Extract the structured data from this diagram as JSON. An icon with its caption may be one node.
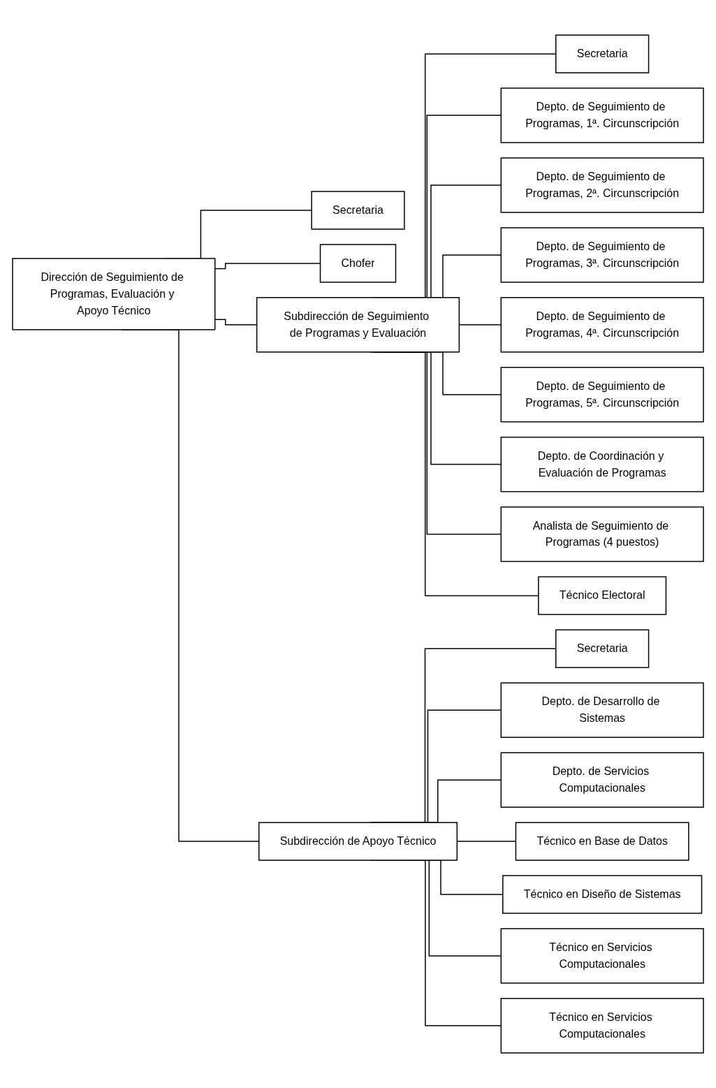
{
  "diagram": {
    "nodes": [
      {
        "text": [
          "Dirección de Seguimiento de Programas, Evaluación y Apoyo Técnico"
        ]
      },
      {
        "text": [
          "Secretaria"
        ]
      },
      {
        "text": [
          "Chofer"
        ]
      },
      {
        "text": [
          "Subdirección de Seguimiento de Programas y Evaluación"
        ]
      },
      {
        "text": [
          "Subdirección de Apoyo Técnico"
        ]
      },
      {
        "text": [
          "Secretaria"
        ]
      },
      {
        "text": [
          "Depto. de Seguimiento de Programas, 1ª. Circunscripción"
        ]
      },
      {
        "text": [
          "Depto. de Seguimiento de Programas, 2ª. Circunscripción"
        ]
      },
      {
        "text": [
          "Depto. de Seguimiento de Programas, 3ª. Circunscripción"
        ]
      },
      {
        "text": [
          "Depto. de Seguimiento de Programas, 4ª. Circunscripción"
        ]
      },
      {
        "text": [
          "Depto. de Seguimiento de Programas, 5ª. Circunscripción"
        ]
      },
      {
        "text": [
          "Depto. de Coordinación y Evaluación de Programas"
        ]
      },
      {
        "text": [
          "Analista de Seguimiento de Programas (4 puestos)"
        ]
      },
      {
        "text": [
          "Técnico Electoral"
        ]
      },
      {
        "text": [
          "Secretaria"
        ]
      },
      {
        "text": [
          "Depto. de Desarrollo de Sistemas"
        ]
      },
      {
        "text": [
          "Depto. de Servicios Computacionales"
        ]
      },
      {
        "text": [
          "Técnico en Base de Datos"
        ]
      },
      {
        "text": [
          "Técnico en Diseño de Sistemas"
        ]
      },
      {
        "text": [
          "Técnico en Servicios Computacionales"
        ]
      },
      {
        "text": [
          "Técnico en Servicios Computacionales"
        ]
      }
    ],
    "edges": [
      {
        "from": 0,
        "to": 1,
        "arrow": "none"
      },
      {
        "from": 0,
        "to": 2,
        "arrow": "none"
      },
      {
        "from": 0,
        "to": 3,
        "arrow": "none"
      },
      {
        "from": 0,
        "to": 4,
        "arrow": "none"
      },
      {
        "from": 3,
        "to": 5,
        "arrow": "none"
      },
      {
        "from": 3,
        "to": 6,
        "arrow": "none"
      },
      {
        "from": 3,
        "to": 7,
        "arrow": "none"
      },
      {
        "from": 3,
        "to": 8,
        "arrow": "none"
      },
      {
        "from": 3,
        "to": 9,
        "arrow": "none"
      },
      {
        "from": 3,
        "to": 10,
        "arrow": "none"
      },
      {
        "from": 3,
        "to": 11,
        "arrow": "none"
      },
      {
        "from": 3,
        "to": 12,
        "arrow": "none"
      },
      {
        "from": 3,
        "to": 13,
        "arrow": "none"
      },
      {
        "from": 4,
        "to": 14,
        "arrow": "none"
      },
      {
        "from": 4,
        "to": 15,
        "arrow": "none"
      },
      {
        "from": 4,
        "to": 16,
        "arrow": "none"
      },
      {
        "from": 4,
        "to": 17,
        "arrow": "none"
      },
      {
        "from": 4,
        "to": 18,
        "arrow": "none"
      },
      {
        "from": 4,
        "to": 19,
        "arrow": "none"
      },
      {
        "from": 4,
        "to": 20,
        "arrow": "none"
      }
    ]
  }
}
